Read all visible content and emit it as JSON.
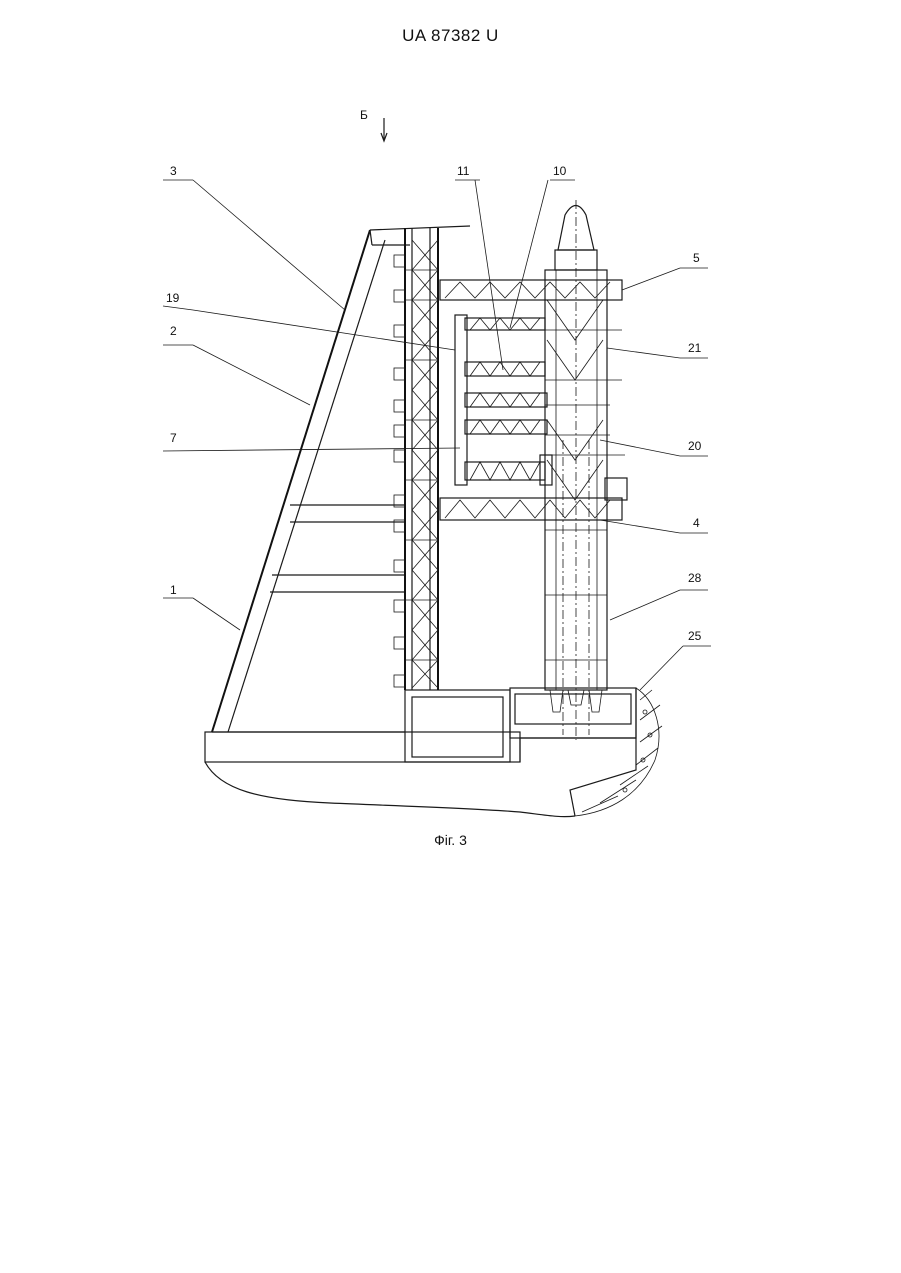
{
  "header": {
    "document_id": "UA   87382   U"
  },
  "figure": {
    "caption": "Фіг. 3",
    "view_label": "Б",
    "callouts": [
      "3",
      "19",
      "2",
      "7",
      "1",
      "11",
      "10",
      "5",
      "21",
      "20",
      "4",
      "28",
      "25"
    ]
  }
}
